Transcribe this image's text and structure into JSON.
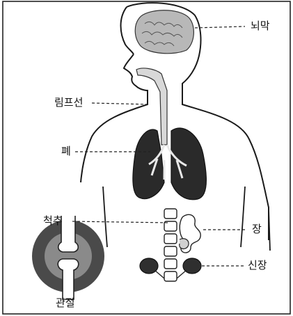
{
  "labels": {
    "brain": "뇌막",
    "lymph": "림프선",
    "lung": "폐",
    "spine": "척추",
    "intestine": "장",
    "kidney": "신장",
    "joint": "관절"
  },
  "colors": {
    "ink": "#111111",
    "lung_fill": "#2a2a2a",
    "brain_fill": "#b8b8b8",
    "joint_halo": "#4a4a4a",
    "background": "#ffffff"
  }
}
